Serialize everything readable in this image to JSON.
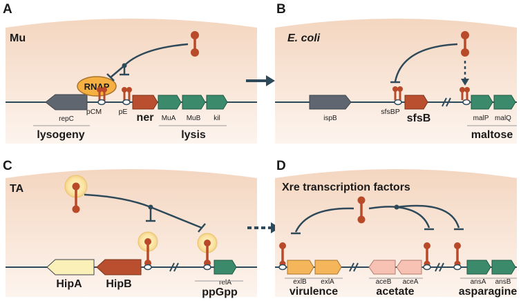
{
  "panels": {
    "A": {
      "letter": "A",
      "title": "Mu",
      "genes": {
        "repC": "repC",
        "MuA": "MuA",
        "MuB": "MuB",
        "kil": "kil"
      },
      "ner": "ner",
      "rnap": "RNAP",
      "promoters": {
        "pCM": "pCM",
        "pE": "pE"
      },
      "groups": {
        "lysogeny": "lysogeny",
        "lysis": "lysis"
      }
    },
    "B": {
      "letter": "B",
      "title": "E. coli",
      "genes": {
        "ispB": "ispB",
        "malP": "malP",
        "malQ": "malQ"
      },
      "sfsB": "sfsB",
      "promoter": "sfsBP",
      "groups": {
        "maltose": "maltose"
      }
    },
    "C": {
      "letter": "C",
      "title": "TA",
      "genes": {
        "HipA": "HipA",
        "HipB": "HipB",
        "relA": "relA"
      },
      "groups": {
        "ppGpp": "ppGpp"
      }
    },
    "D": {
      "letter": "D",
      "title": "Xre transcription factors",
      "genes": {
        "exlB": "exlB",
        "exlA": "exlA",
        "aceB": "aceB",
        "aceA": "aceA",
        "ansA": "ansA",
        "ansB": "ansB"
      },
      "groups": {
        "virulence": "virulence",
        "acetate": "acetate",
        "asparagine": "asparagine"
      }
    }
  },
  "colors": {
    "panel_bg_top": "#f4d8c4",
    "panel_bg_bottom": "#fdf3ec",
    "arrow": "#2e4a5a",
    "repressor": "#b84a2a",
    "gene_gray": "#5f6670",
    "gene_green": "#3b8a6c",
    "gene_orange": "#b94f2e",
    "gene_yellow": "#fbf0b8",
    "gene_light_orange": "#f5b55a",
    "gene_pink": "#f7c1b3",
    "rnap": "#f5b041",
    "glow": "#fbe5a3"
  }
}
